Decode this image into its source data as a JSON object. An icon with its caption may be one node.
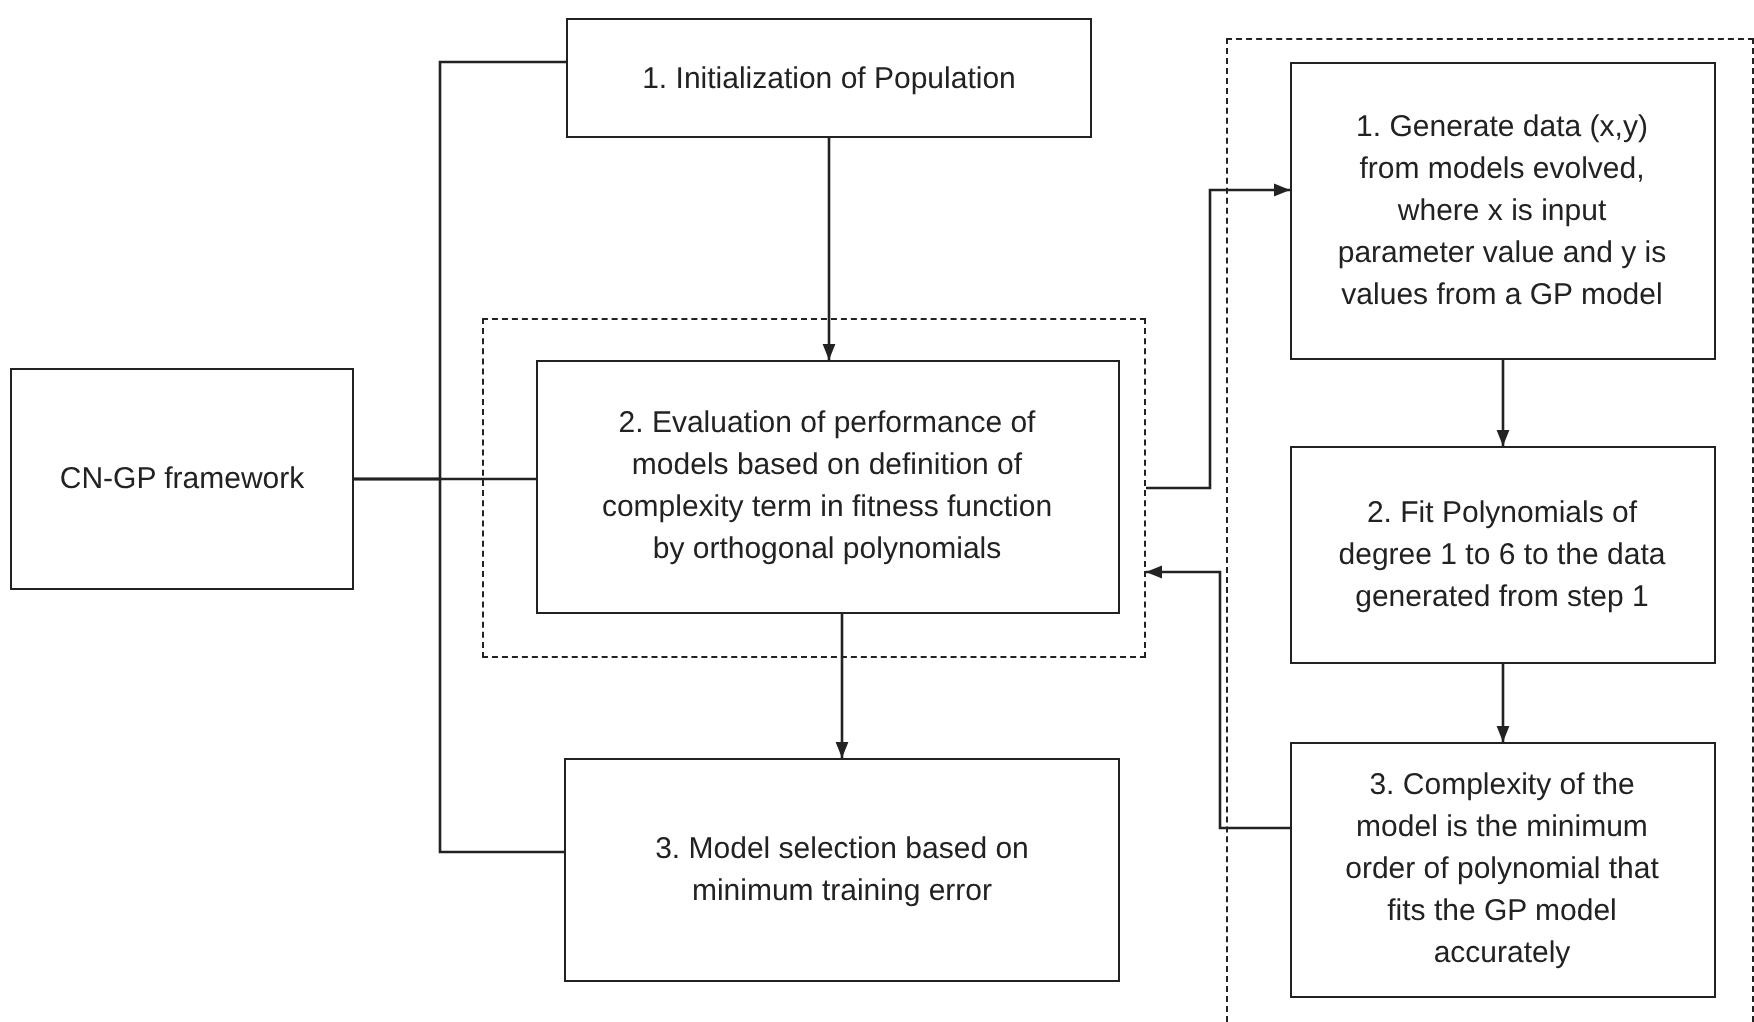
{
  "diagram": {
    "nodes": [
      {
        "text": [
          "CN-GP framework"
        ]
      },
      {
        "text": [
          "1. Initialization of Population"
        ]
      },
      {
        "text": [],
        "shape": "box"
      },
      {
        "text": [
          "2. Evaluation of performance of models based on definition of complexity term in fitness function by orthogonal polynomials"
        ],
        "in": 2
      },
      {
        "text": [
          "3. Model selection based on minimum training error"
        ]
      },
      {
        "text": [],
        "shape": "box"
      },
      {
        "text": [
          "1. Generate data (x,y) from models evolved, where x is input parameter value and y is values from a GP model"
        ],
        "in": 5
      },
      {
        "text": [
          "2. Fit Polynomials of degree 1 to 6 to the data generated from step 1"
        ],
        "in": 5
      },
      {
        "text": [
          "3. Complexity of the model is the minimum order of polynomial that fits the GP model accurately"
        ],
        "in": 5
      }
    ],
    "edges": [
      {
        "from": 0,
        "to": 1,
        "arrow": "none"
      },
      {
        "from": 0,
        "to": 3,
        "arrow": "none"
      },
      {
        "from": 0,
        "to": 4,
        "arrow": "none"
      },
      {
        "from": 1,
        "to": 3,
        "arrow": "to"
      },
      {
        "from": 3,
        "to": 4,
        "arrow": "to"
      },
      {
        "from": 2,
        "to": 6,
        "arrow": "to"
      },
      {
        "from": 6,
        "to": 7,
        "arrow": "to"
      },
      {
        "from": 7,
        "to": 8,
        "arrow": "to"
      },
      {
        "from": 8,
        "to": 2,
        "arrow": "to"
      }
    ]
  }
}
